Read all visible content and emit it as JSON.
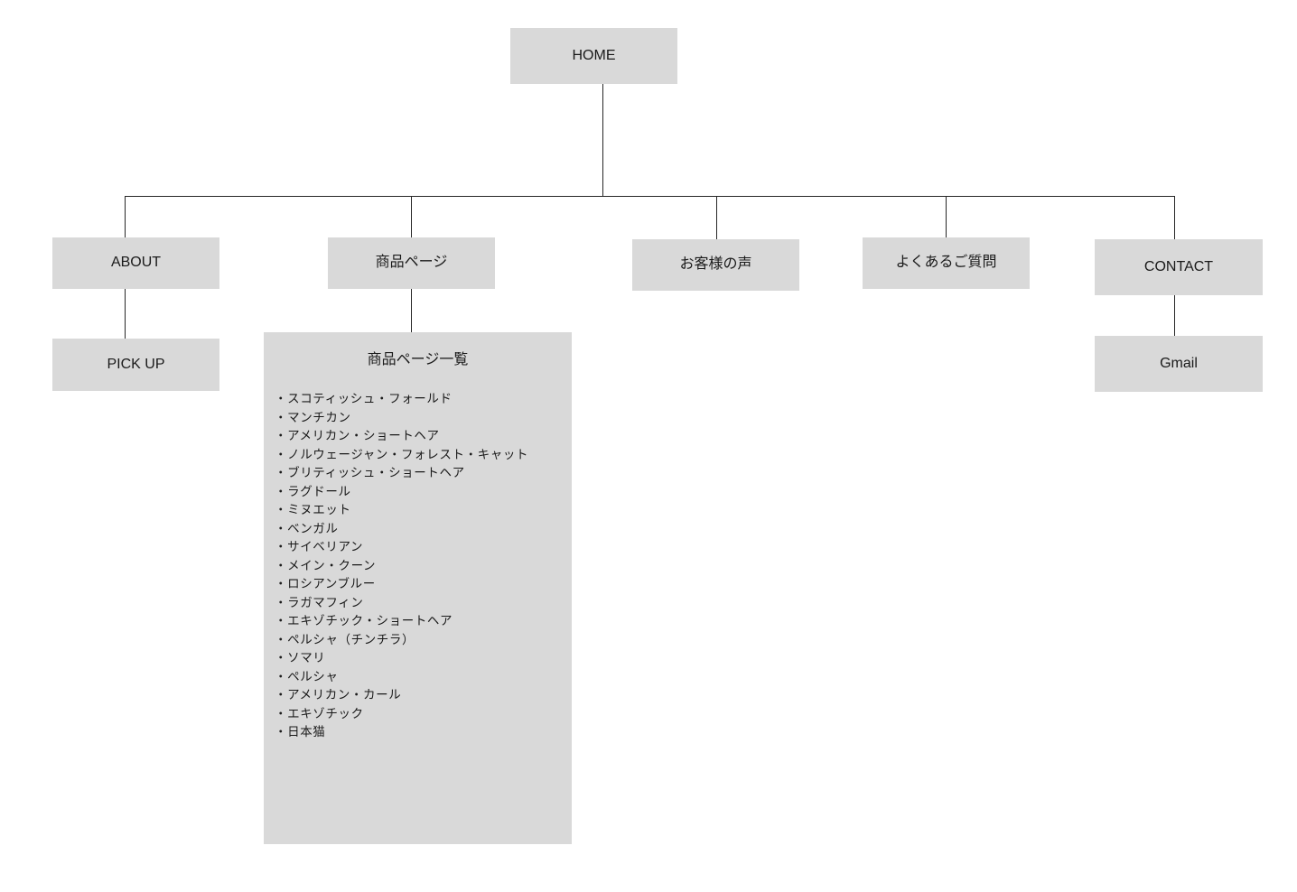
{
  "diagram": {
    "type": "sitemap-tree",
    "box_fill": "#d9d9d9",
    "line_color": "#262626",
    "background": "#ffffff"
  },
  "nodes": {
    "home": "HOME",
    "about": "ABOUT",
    "pickup": "PICK UP",
    "products": "商品ページ",
    "voice": "お客様の声",
    "faq": "よくあるご質問",
    "contact": "CONTACT",
    "gmail": "Gmail"
  },
  "product_list": {
    "title": "商品ページ一覧",
    "items": [
      "・スコティッシュ・フォールド",
      "・マンチカン",
      "・アメリカン・ショートヘア",
      "・ノルウェージャン・フォレスト・キャット",
      "・ブリティッシュ・ショートヘア",
      "・ラグドール",
      "・ミヌエット",
      "・ベンガル",
      "・サイベリアン",
      "・メイン・クーン",
      "・ロシアンブルー",
      "・ラガマフィン",
      "・エキゾチック・ショートヘア",
      "・ペルシャ（チンチラ）",
      "・ソマリ",
      "・ペルシャ",
      "・アメリカン・カール",
      "・エキゾチック",
      "・日本猫"
    ]
  }
}
